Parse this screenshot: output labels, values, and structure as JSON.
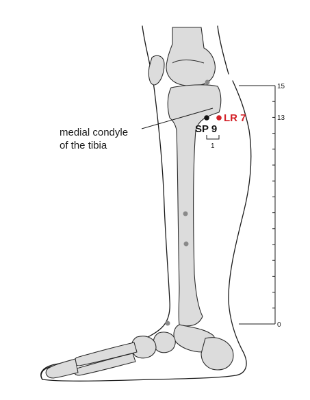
{
  "annotation": {
    "line1": "medial condyle",
    "line2": "of the tibia"
  },
  "points": {
    "sp9": {
      "label": "SP 9",
      "color": "#111111"
    },
    "lr7": {
      "label": "LR 7",
      "color": "#d32027"
    }
  },
  "cun_bracket": {
    "label": "1"
  },
  "scale": {
    "tick_labels": [
      "15",
      "13",
      "0"
    ],
    "min": 0,
    "max": 15,
    "minor_step": 1
  },
  "colors": {
    "bone_fill": "#dcdcdc",
    "outline": "#1a1a1a",
    "reference_dot": "#8a8a8a"
  }
}
